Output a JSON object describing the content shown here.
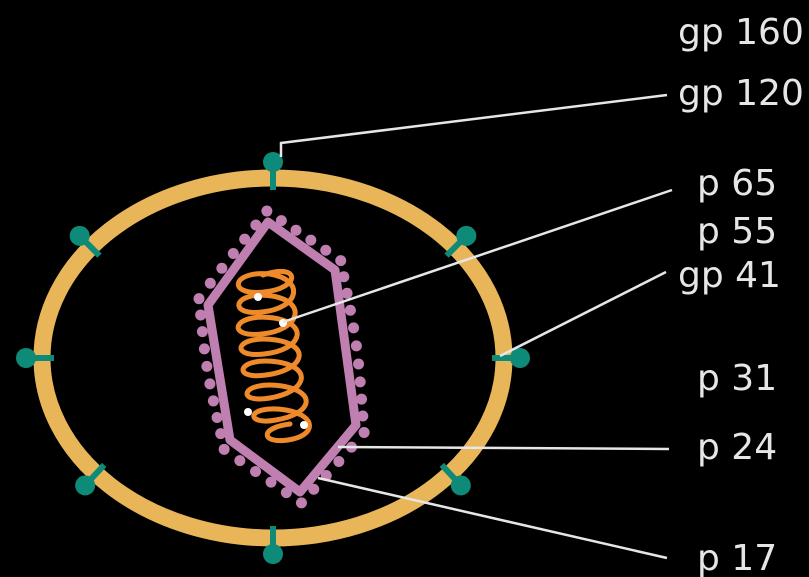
{
  "labels": {
    "gp160": "gp 160",
    "gp120": "gp 120",
    "p65": "p 65",
    "p55": "p 55",
    "gp41": "gp 41",
    "p31": "p 31",
    "p24": "p 24",
    "p17": "p 17"
  },
  "colors": {
    "background": "#000000",
    "envelope": "#e8b659",
    "spike": "#0e8a78",
    "capsid": "#c07fb1",
    "matrix_beads": "#c07fb1",
    "rna": "#ef8a2b",
    "leader_lines": "#e6e6e6",
    "text": "#e6e6e6"
  }
}
